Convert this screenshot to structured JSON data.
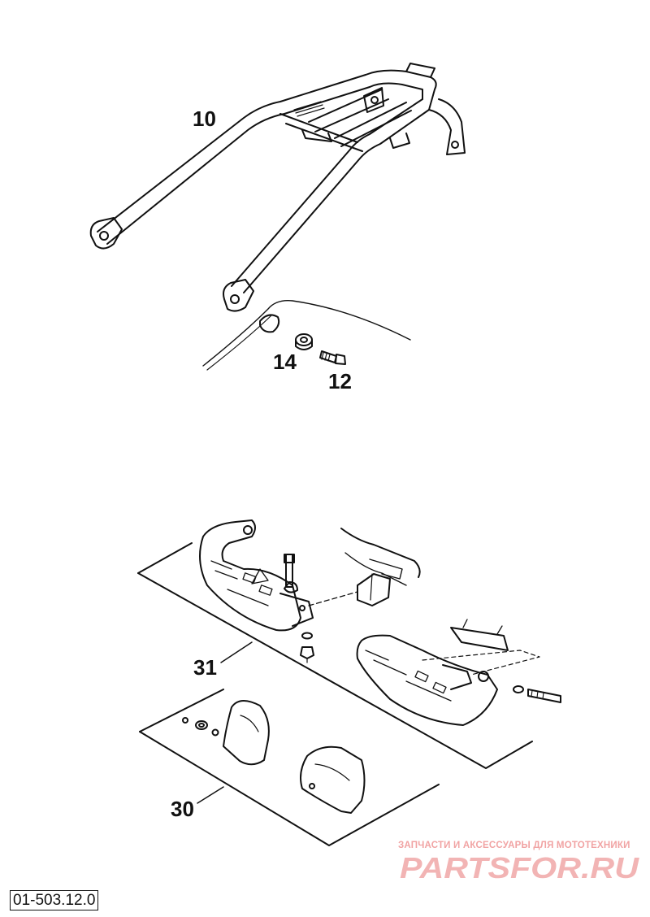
{
  "callouts": [
    "10",
    "14",
    "12",
    "31",
    "30"
  ],
  "drawing_code": "01-503.12.0",
  "watermark": {
    "caption": "ЗАПЧАСТИ И АКСЕССУАРЫ ДЛЯ МОТОТЕХНИКИ",
    "logo_text": "PARTSFOR.RU",
    "color": "#e35a5a"
  }
}
